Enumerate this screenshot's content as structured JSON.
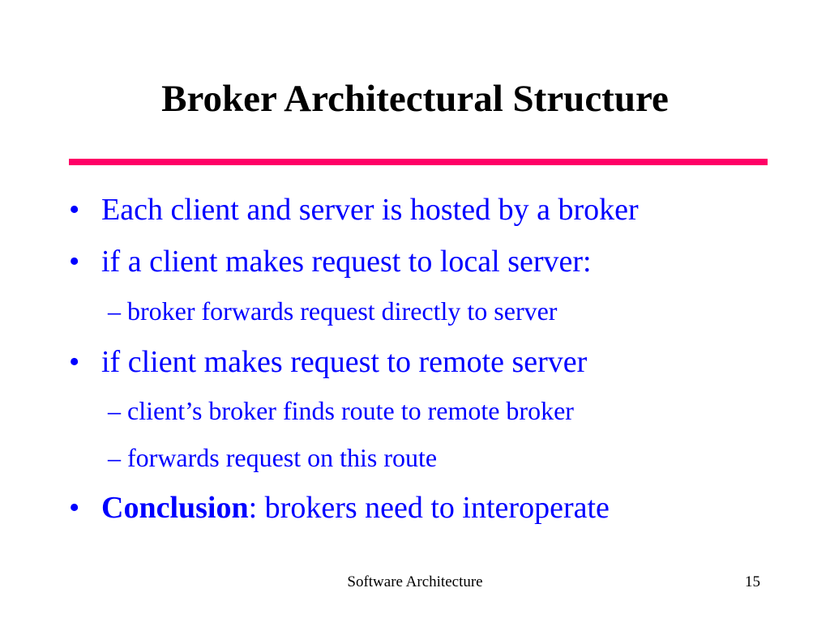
{
  "slide": {
    "title": "Broker Architectural Structure",
    "accent_rule_color": "#ff0066",
    "text_color": "#0000ff",
    "bullet_symbol": "•",
    "sub_bullet_symbol": "–",
    "bullets": [
      {
        "text": "Each client and server is hosted by a broker"
      },
      {
        "text": "if a client makes request to local server:",
        "sub": [
          "broker forwards request directly to server"
        ]
      },
      {
        "text": "if client makes request to remote server",
        "sub": [
          "client’s broker finds route to remote broker",
          "forwards request on this route"
        ]
      },
      {
        "bold_lead": "Conclusion",
        "text": ": brokers need to interoperate"
      }
    ]
  },
  "footer": {
    "center": "Software Architecture",
    "page_number": "15"
  }
}
